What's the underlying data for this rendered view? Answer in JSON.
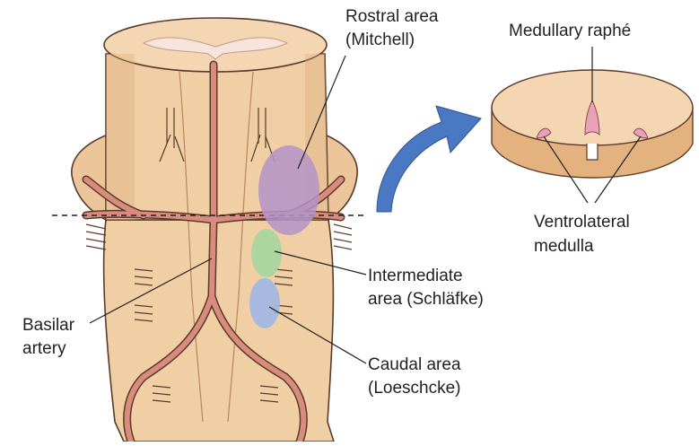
{
  "labels": {
    "rostral_line1": "Rostral area",
    "rostral_line2": "(Mitchell)",
    "raphe": "Medullary raphé",
    "ventrolateral_line1": "Ventrolateral",
    "ventrolateral_line2": "medulla",
    "intermediate_line1": "Intermediate",
    "intermediate_line2": "area (Schläfke)",
    "caudal_line1": "Caudal area",
    "caudal_line2": "(Loeschcke)",
    "basilar_line1": "Basilar",
    "basilar_line2": "artery"
  },
  "colors": {
    "tissue": "#f0cfa4",
    "tissue_dark": "#d9a877",
    "outline": "#5a3a2a",
    "artery": "#d98c7e",
    "grey_matter": "#f7e4dc",
    "rostral_area": "#b493c9",
    "intermediate_area": "#a5d5a0",
    "caudal_area": "#9fb6e6",
    "arrow": "#4a78c2",
    "raphe_accent": "#e8a1b6"
  }
}
